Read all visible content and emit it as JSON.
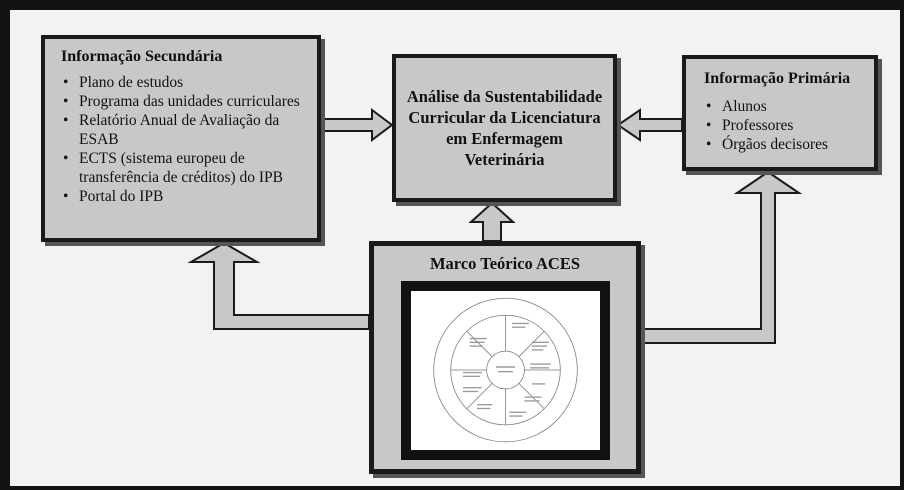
{
  "secondary": {
    "title": "Informação Secundária",
    "items": [
      "Plano de estudos",
      "Programa das unidades curriculares",
      "Relatório Anual de Avaliação da ESAB",
      "ECTS (sistema europeu de transferência de créditos) do IPB",
      "Portal do IPB"
    ]
  },
  "analysis": {
    "title": "Análise da Sustentabilidade Curricular da Licenciatura em Enfermagem Veterinária"
  },
  "primary": {
    "title": "Informação Primária",
    "items": [
      "Alunos",
      "Professores",
      "Órgãos decisores"
    ]
  },
  "aces": {
    "title": "Marco Teórico ACES"
  },
  "colors": {
    "box_fill": "#c8c8c8",
    "frame_fill": "#f2f2f2",
    "border": "#111111"
  }
}
